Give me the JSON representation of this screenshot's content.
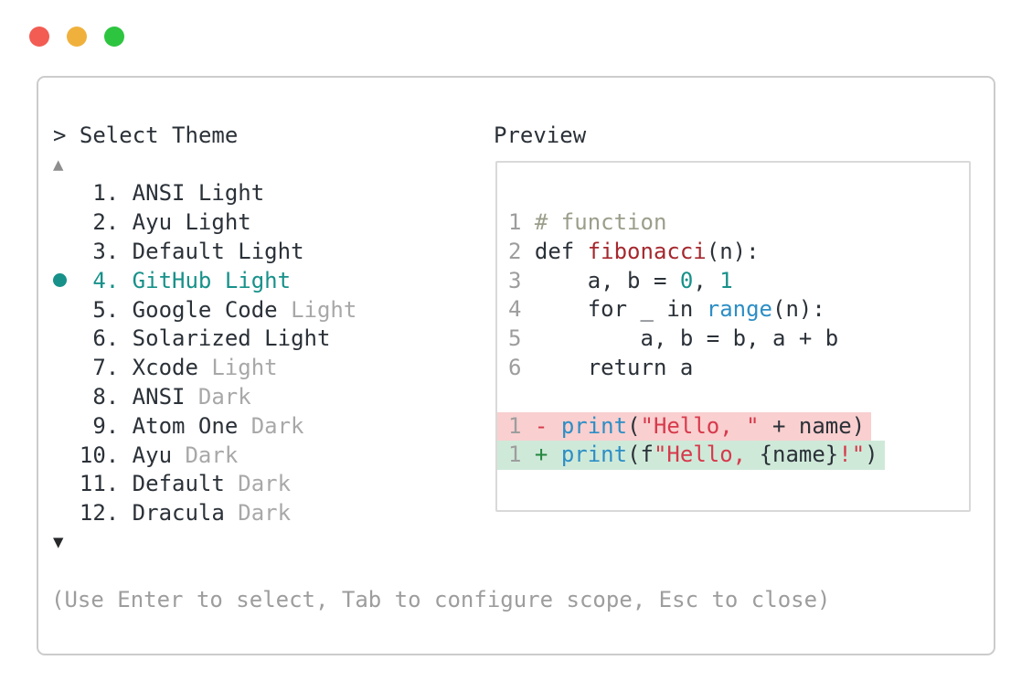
{
  "window_controls": {
    "lights": [
      {
        "name": "close",
        "color_key": "light-red"
      },
      {
        "name": "minimize",
        "color_key": "light-yellow"
      },
      {
        "name": "zoom",
        "color_key": "light-green"
      }
    ]
  },
  "panel": {
    "prompt": "> Select Theme",
    "scroll_up_indicator": "▲",
    "scroll_down_indicator": "▼",
    "footer_hint": "(Use Enter to select, Tab to configure scope, Esc to close)"
  },
  "theme_list": {
    "items": [
      {
        "number": "1.",
        "label": "ANSI Light",
        "muted_suffix": "",
        "selected": false
      },
      {
        "number": "2.",
        "label": "Ayu Light",
        "muted_suffix": "",
        "selected": false
      },
      {
        "number": "3.",
        "label": "Default Light",
        "muted_suffix": "",
        "selected": false
      },
      {
        "number": "4.",
        "label": "GitHub Light",
        "muted_suffix": "",
        "selected": true
      },
      {
        "number": "5.",
        "label": "Google Code",
        "muted_suffix": "Light",
        "selected": false
      },
      {
        "number": "6.",
        "label": "Solarized Light",
        "muted_suffix": "",
        "selected": false
      },
      {
        "number": "7.",
        "label": "Xcode",
        "muted_suffix": "Light",
        "selected": false
      },
      {
        "number": "8.",
        "label": "ANSI",
        "muted_suffix": "Dark",
        "selected": false
      },
      {
        "number": "9.",
        "label": "Atom One",
        "muted_suffix": "Dark",
        "selected": false
      },
      {
        "number": "10.",
        "label": "Ayu",
        "muted_suffix": "Dark",
        "selected": false
      },
      {
        "number": "11.",
        "label": "Default",
        "muted_suffix": "Dark",
        "selected": false
      },
      {
        "number": "12.",
        "label": "Dracula",
        "muted_suffix": "Dark",
        "selected": false
      }
    ]
  },
  "preview": {
    "label": "Preview",
    "code_lines": [
      {
        "segments": [
          {
            "t": "1 ",
            "c": "ln"
          },
          {
            "t": "# function",
            "c": "comment"
          }
        ]
      },
      {
        "segments": [
          {
            "t": "2 ",
            "c": "ln"
          },
          {
            "t": "def ",
            "c": "plain"
          },
          {
            "t": "fibonacci",
            "c": "func"
          },
          {
            "t": "(n):",
            "c": "plain"
          }
        ]
      },
      {
        "segments": [
          {
            "t": "3 ",
            "c": "ln"
          },
          {
            "t": "    a, b = ",
            "c": "plain"
          },
          {
            "t": "0",
            "c": "number"
          },
          {
            "t": ", ",
            "c": "plain"
          },
          {
            "t": "1",
            "c": "number"
          }
        ]
      },
      {
        "segments": [
          {
            "t": "4 ",
            "c": "ln"
          },
          {
            "t": "    for _ in ",
            "c": "plain"
          },
          {
            "t": "range",
            "c": "call"
          },
          {
            "t": "(n):",
            "c": "plain"
          }
        ]
      },
      {
        "segments": [
          {
            "t": "5 ",
            "c": "ln"
          },
          {
            "t": "        a, b = b, a + b",
            "c": "plain"
          }
        ]
      },
      {
        "segments": [
          {
            "t": "6 ",
            "c": "ln"
          },
          {
            "t": "    return a",
            "c": "plain"
          }
        ]
      },
      {
        "blank": true,
        "segments": []
      },
      {
        "diff": "removed",
        "segments": [
          {
            "t": "1 ",
            "c": "ln"
          },
          {
            "t": "- ",
            "c": "diff-minus"
          },
          {
            "t": "print",
            "c": "call"
          },
          {
            "t": "(",
            "c": "plain"
          },
          {
            "t": "\"Hello, \"",
            "c": "string"
          },
          {
            "t": " + name)",
            "c": "plain"
          }
        ]
      },
      {
        "diff": "added",
        "segments": [
          {
            "t": "1 ",
            "c": "ln"
          },
          {
            "t": "+ ",
            "c": "diff-plus"
          },
          {
            "t": "print",
            "c": "call"
          },
          {
            "t": "(f",
            "c": "plain"
          },
          {
            "t": "\"Hello, ",
            "c": "string"
          },
          {
            "t": "{name}",
            "c": "plain"
          },
          {
            "t": "!\"",
            "c": "string"
          },
          {
            "t": ")",
            "c": "plain"
          }
        ]
      }
    ]
  },
  "colors": {
    "accent": "#17918a",
    "text": "#2b3138",
    "muted": "#a8a8a8",
    "faint": "#9d9d9d",
    "comment": "#9a9e8a",
    "func": "#a5282e",
    "call": "#2d8ec5",
    "number": "#17918a",
    "string": "#d73a4c",
    "diff_minus": "#d73a49",
    "diff_plus": "#24863f",
    "bg_removed": "#f9cfcf",
    "bg_added": "#cfe9d9",
    "border": "#cccccc",
    "border_preview": "#d9d9d9",
    "light_red": "#f25c53",
    "light_yellow": "#f0b13c",
    "light_green": "#2dc53f"
  }
}
